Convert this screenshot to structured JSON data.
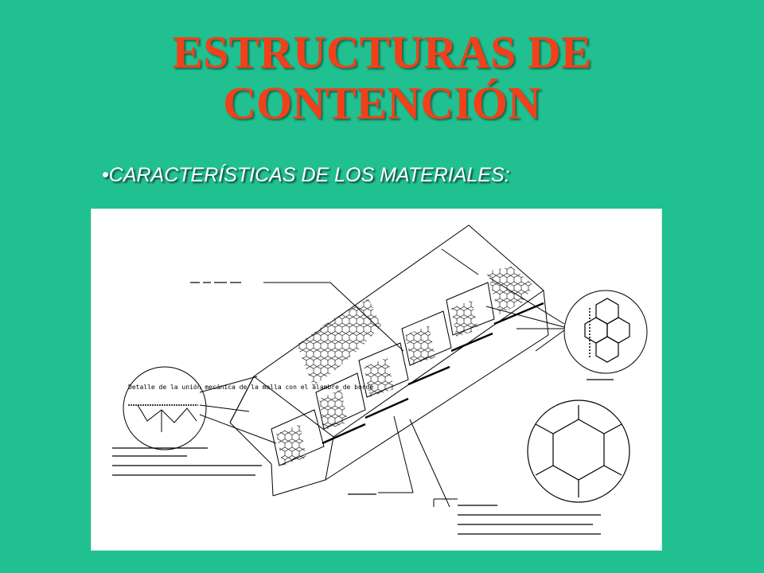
{
  "slide": {
    "title_line1": "ESTRUCTURAS DE",
    "title_line2": "CONTENCIÓN",
    "bullet_marker": "•",
    "bullet_text": "CARACTERÍSTICAS DE LOS MATERIALES:"
  },
  "diagram": {
    "detail_circle_text": "Detalle de la unión mecánica de la malla con el alambre de borde",
    "colors": {
      "background": "#20C090",
      "title": "#F2401A",
      "bullet": "#FFFFFF",
      "figure_bg": "#FFFFFF",
      "ink": "#000000"
    }
  }
}
